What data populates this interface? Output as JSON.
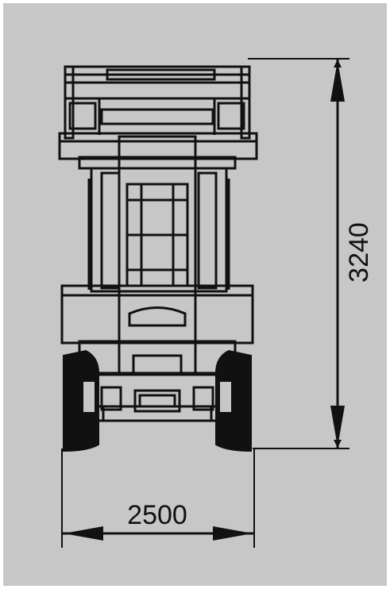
{
  "drawing": {
    "subject": "machine-front-elevation",
    "background_color": "#c7c7c7",
    "line_color": "#111111"
  },
  "dimensions": {
    "height": {
      "value": "3240"
    },
    "width": {
      "value": "2500"
    }
  }
}
